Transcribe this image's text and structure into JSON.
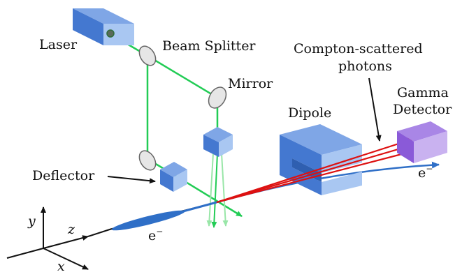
{
  "labels": {
    "laser": "Laser",
    "beam_splitter": "Beam Splitter",
    "mirror": "Mirror",
    "deflector": "Deflector",
    "dipole": "Dipole",
    "compton_line1": "Compton-scattered",
    "compton_line2": "photons",
    "gamma_line1": "Gamma",
    "gamma_line2": "Detector",
    "electron_upper": "e",
    "electron_upper_sup": "−",
    "electron_lower": "e",
    "electron_lower_sup": "−",
    "axis_x": "x",
    "axis_y": "y",
    "axis_z": "z"
  },
  "colors": {
    "laser_beam": "#22cc55",
    "laser_beam_light": "#99e6a8",
    "photons": "#dd1111",
    "electron_beam": "#2f6fc7",
    "box_front": "#a9c7f2",
    "box_side": "#4478d0",
    "box_top": "#7fa6e6",
    "detector_front": "#c9b2f0",
    "detector_side": "#8a5ad8",
    "detector_top": "#a986e6",
    "optic_fill": "#e6e6e6",
    "optic_stroke": "#666666"
  }
}
